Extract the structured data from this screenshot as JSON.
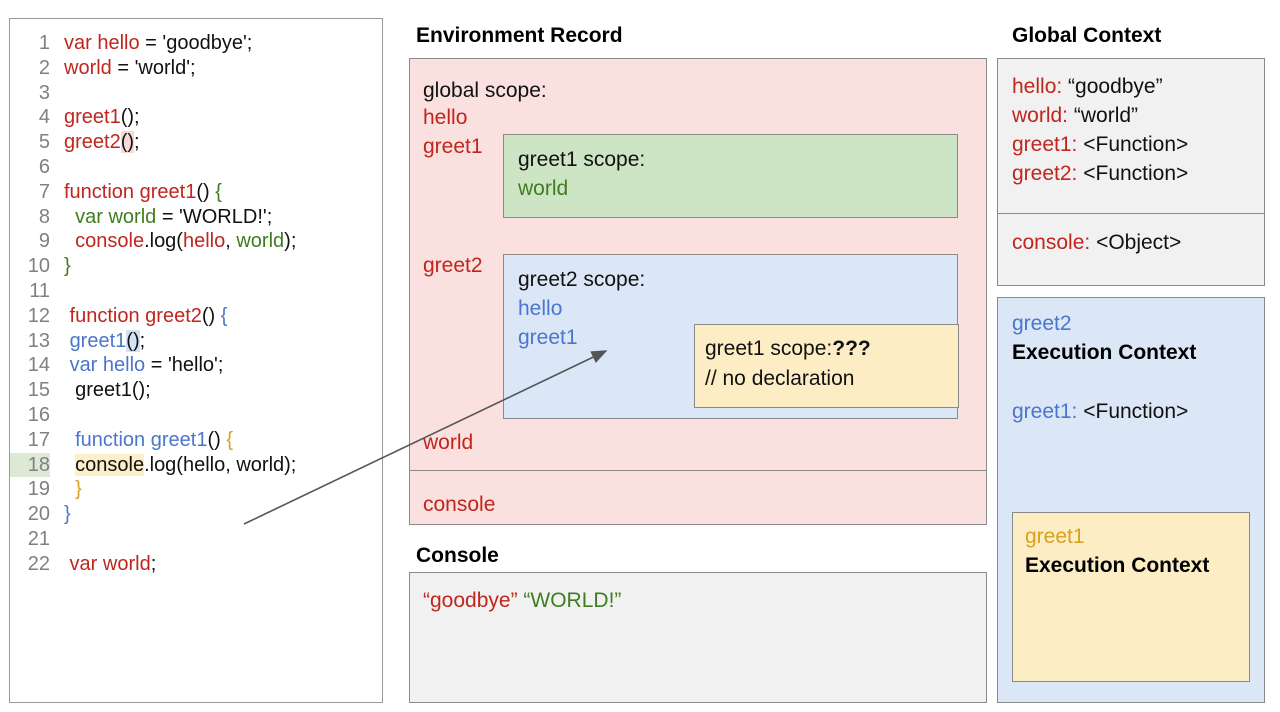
{
  "code": {
    "lines": [
      {
        "n": "1",
        "segs": [
          {
            "t": "var hello",
            "c": "red"
          },
          {
            "t": " = 'goodbye';",
            "c": "black"
          }
        ]
      },
      {
        "n": "2",
        "segs": [
          {
            "t": "world",
            "c": "red"
          },
          {
            "t": " = 'world';",
            "c": "black"
          }
        ]
      },
      {
        "n": "3",
        "segs": []
      },
      {
        "n": "4",
        "segs": [
          {
            "t": "greet1",
            "c": "red"
          },
          {
            "t": "();",
            "c": "black"
          }
        ]
      },
      {
        "n": "5",
        "segs": [
          {
            "t": "greet2",
            "c": "red"
          },
          {
            "t": "()",
            "c": "black",
            "hl": "pink"
          },
          {
            "t": ";",
            "c": "black"
          }
        ]
      },
      {
        "n": "6",
        "segs": []
      },
      {
        "n": "7",
        "segs": [
          {
            "t": "function greet1",
            "c": "red"
          },
          {
            "t": "() ",
            "c": "black"
          },
          {
            "t": "{",
            "c": "green"
          }
        ]
      },
      {
        "n": "8",
        "segs": [
          {
            "t": "  ",
            "c": "black"
          },
          {
            "t": "var world",
            "c": "green"
          },
          {
            "t": " = 'WORLD!';",
            "c": "black"
          }
        ]
      },
      {
        "n": "9",
        "segs": [
          {
            "t": "  ",
            "c": "black"
          },
          {
            "t": "console",
            "c": "red"
          },
          {
            "t": ".log(",
            "c": "black"
          },
          {
            "t": "hello",
            "c": "red"
          },
          {
            "t": ", ",
            "c": "black"
          },
          {
            "t": "world",
            "c": "green"
          },
          {
            "t": ");",
            "c": "black"
          }
        ]
      },
      {
        "n": "10",
        "segs": [
          {
            "t": "}",
            "c": "green"
          }
        ]
      },
      {
        "n": "11",
        "segs": []
      },
      {
        "n": "12",
        "segs": [
          {
            "t": " function greet2",
            "c": "red"
          },
          {
            "t": "() ",
            "c": "black"
          },
          {
            "t": "{",
            "c": "blue"
          }
        ]
      },
      {
        "n": "13",
        "segs": [
          {
            "t": " ",
            "c": "black"
          },
          {
            "t": "greet1",
            "c": "blue"
          },
          {
            "t": "()",
            "c": "black",
            "hl": "blue"
          },
          {
            "t": ";",
            "c": "black"
          }
        ]
      },
      {
        "n": "14",
        "segs": [
          {
            "t": " ",
            "c": "black"
          },
          {
            "t": "var hello",
            "c": "blue"
          },
          {
            "t": " = 'hello';",
            "c": "black"
          }
        ]
      },
      {
        "n": "15",
        "segs": [
          {
            "t": "  greet1();",
            "c": "black"
          }
        ]
      },
      {
        "n": "16",
        "segs": []
      },
      {
        "n": "17",
        "segs": [
          {
            "t": "  ",
            "c": "black"
          },
          {
            "t": "function greet1",
            "c": "blue"
          },
          {
            "t": "() ",
            "c": "black"
          },
          {
            "t": "{",
            "c": "gold"
          }
        ]
      },
      {
        "n": "18",
        "segs": [
          {
            "t": "  ",
            "c": "black"
          },
          {
            "t": "console",
            "c": "black",
            "hl": "cream"
          },
          {
            "t": ".log(hello, world);",
            "c": "black"
          }
        ],
        "line_highlight": true
      },
      {
        "n": "19",
        "segs": [
          {
            "t": "  ",
            "c": "black"
          },
          {
            "t": "}",
            "c": "gold"
          }
        ]
      },
      {
        "n": "20",
        "segs": [
          {
            "t": "}",
            "c": "blue"
          }
        ]
      },
      {
        "n": "21",
        "segs": []
      },
      {
        "n": "22",
        "segs": [
          {
            "t": " var world",
            "c": "red"
          },
          {
            "t": ";",
            "c": "black"
          }
        ]
      }
    ]
  },
  "environment_record": {
    "title": "Environment Record",
    "global_scope_label": "global scope:",
    "bindings": [
      "hello",
      "greet1",
      "greet2",
      "world"
    ],
    "console_binding": "console",
    "greet1_scope": {
      "header": "greet1 scope:",
      "bindings": [
        "world"
      ]
    },
    "greet2_scope": {
      "header": "greet2 scope:",
      "bindings": [
        "hello",
        "greet1"
      ]
    },
    "greet1_inner_scope": {
      "header": "greet1 scope:",
      "unknown": "???",
      "comment": "// no declaration"
    }
  },
  "console": {
    "title": "Console",
    "outputs": [
      {
        "text": "“goodbye”",
        "color": "red"
      },
      {
        "text": "“WORLD!”",
        "color": "green"
      }
    ]
  },
  "global_context": {
    "title": "Global Context",
    "entries": [
      {
        "name": "hello:",
        "value": "“goodbye”"
      },
      {
        "name": "world:",
        "value": "“world”"
      },
      {
        "name": "greet1:",
        "value": "<Function>"
      },
      {
        "name": "greet2:",
        "value": "<Function>"
      }
    ],
    "object_entry": {
      "name": "console:",
      "value": "<Object>"
    }
  },
  "execution_contexts": {
    "greet2": {
      "name": "greet2",
      "label": "Execution Context",
      "entry_name": "greet1:",
      "entry_value": "<Function>"
    },
    "greet1": {
      "name": "greet1",
      "label": "Execution Context"
    }
  },
  "colors": {
    "red": "#c0261e",
    "green": "#3f7d20",
    "blue": "#4a77cc",
    "gold": "#d9a022",
    "pink_panel": "#fbe0e0",
    "green_panel": "#cde5c4",
    "blue_panel": "#dbe6f7",
    "cream_panel": "#fdedc5",
    "gray_panel": "#f1f1f1"
  }
}
